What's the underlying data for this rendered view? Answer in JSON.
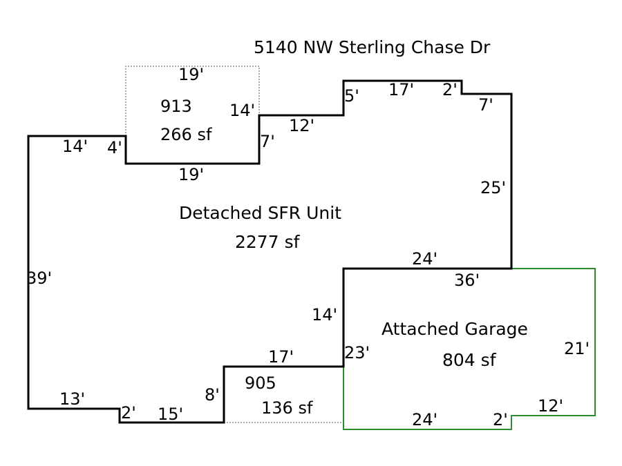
{
  "title": "5140 NW Sterling Chase Dr",
  "colors": {
    "main_outline": "#000000",
    "garage_outline": "#2e8b2e",
    "dotted": "#555555"
  },
  "areas": {
    "main": {
      "name": "Detached SFR Unit",
      "area": "2277 sf"
    },
    "garage": {
      "name": "Attached Garage",
      "area": "804 sf"
    },
    "upper_addition": {
      "code": "913",
      "area": "266 sf"
    },
    "lower_addition": {
      "code": "905",
      "area": "136 sf"
    }
  },
  "dimensions": {
    "upper_top": "19'",
    "upper_right": "14'",
    "upper_bottom": "19'",
    "upper_left": "4'",
    "left_top": "14'",
    "left_side": "39'",
    "left_bottom": "13'",
    "step_7": "7'",
    "step_12": "12'",
    "step_5": "5'",
    "top_17": "17'",
    "top_2": "2'",
    "top_7": "7'",
    "right_25": "25'",
    "mid_24": "24'",
    "garage_top": "36'",
    "garage_right": "21'",
    "garage_12": "12'",
    "garage_2": "2'",
    "garage_bottom": "24'",
    "garage_left": "23'",
    "inner_14": "14'",
    "inner_17": "17'",
    "inner_8": "8'",
    "bottom_15": "15'",
    "bottom_2": "2'"
  }
}
